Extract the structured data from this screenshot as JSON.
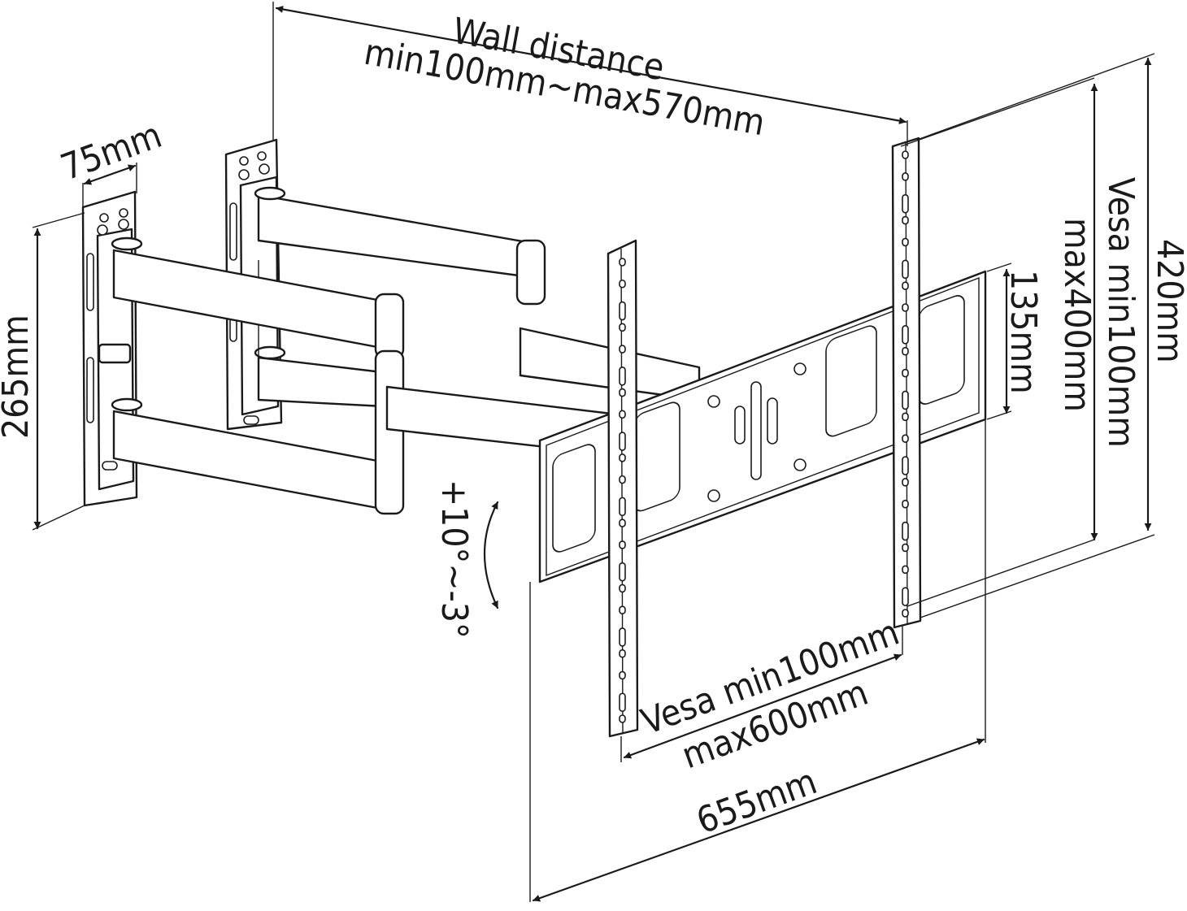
{
  "labels": {
    "wall_distance_title": "Wall distance",
    "wall_distance_range": "min100mm~max570mm",
    "plate_width": "75mm",
    "plate_height": "265mm",
    "vesa_vertical_1": "Vesa min100mm",
    "vesa_vertical_2": "max400mm",
    "bracket_height": "420mm",
    "rail_height": "135mm",
    "tilt": "+10°~-3°",
    "vesa_horizontal_1": "Vesa min100mm",
    "vesa_horizontal_2": "max600mm",
    "bracket_width": "655mm"
  },
  "colors": {
    "line": "#1a1a1a",
    "background": "#ffffff"
  }
}
